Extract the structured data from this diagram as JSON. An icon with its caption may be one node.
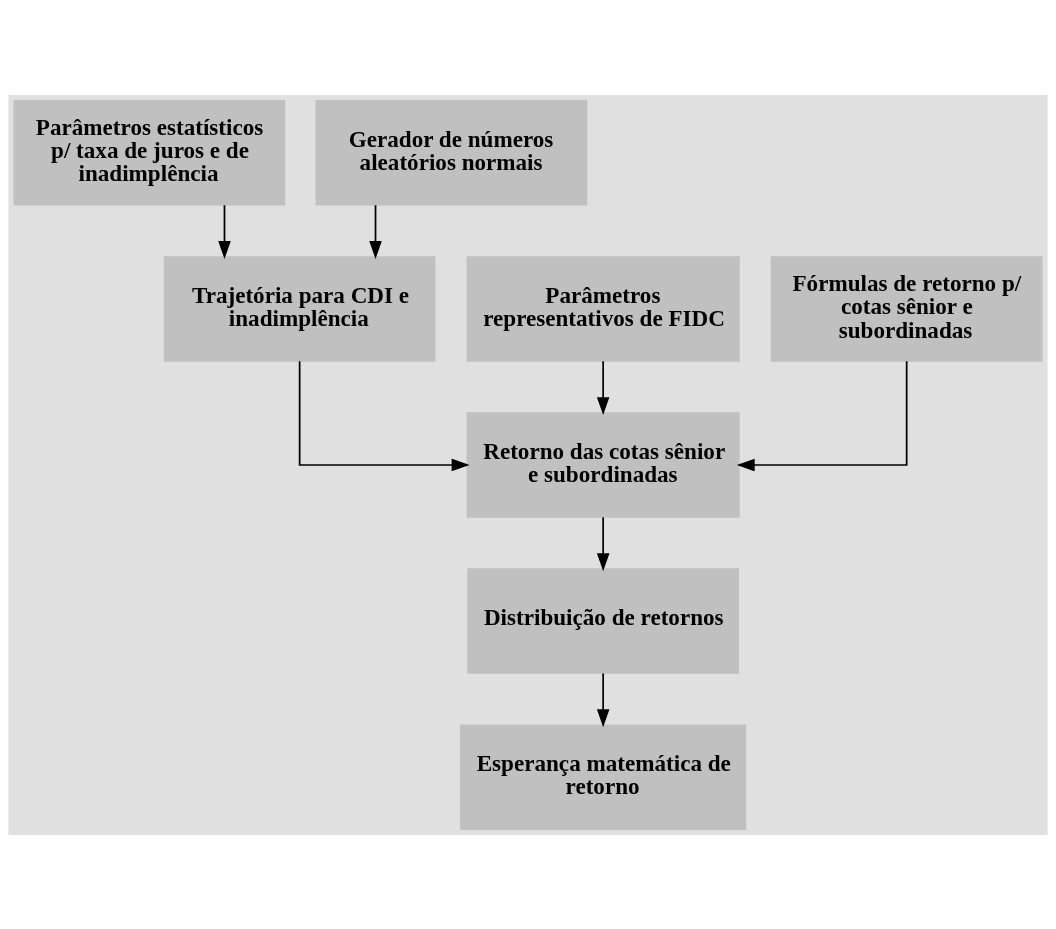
{
  "diagram": {
    "nodes": [
      {
        "text": [
          "Parâmetros estatísticos p/ taxa de juros e de inadimplência"
        ]
      },
      {
        "text": [
          "Gerador de números aleatórios normais"
        ]
      },
      {
        "text": [
          "Parâmetros representativos de FIDC"
        ]
      },
      {
        "text": [
          "Trajetória para CDI e inadimplência"
        ]
      },
      {
        "text": [
          "Fórmulas de retorno p/ cotas sênior e subordinadas"
        ]
      },
      {
        "text": [
          "Retorno das cotas sênior e subordinadas"
        ]
      },
      {
        "text": [
          "Distribuição de retornos"
        ]
      },
      {
        "text": [
          "Esperança matemática de retorno"
        ]
      }
    ],
    "edges": [
      {
        "from": 0,
        "to": 3,
        "arrow": "to"
      },
      {
        "from": 1,
        "to": 3,
        "arrow": "to"
      },
      {
        "from": 2,
        "to": 5,
        "arrow": "to"
      },
      {
        "from": 3,
        "to": 5,
        "arrow": "to"
      },
      {
        "from": 4,
        "to": 5,
        "arrow": "to"
      },
      {
        "from": 5,
        "to": 6,
        "arrow": "to"
      },
      {
        "from": 6,
        "to": 7,
        "arrow": "to"
      }
    ]
  }
}
